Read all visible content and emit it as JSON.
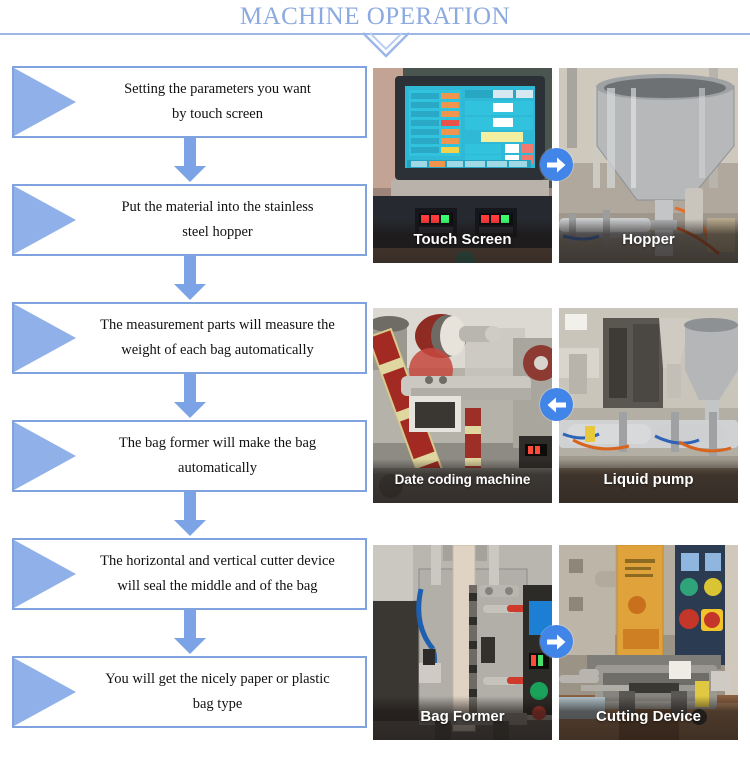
{
  "header": {
    "title": "MACHINE OPERATION",
    "rule_color": "#9cb6e6",
    "title_color": "#8ca9e0"
  },
  "theme": {
    "box_border": "#7ea3de",
    "triangle_fill": "#8fb0e8",
    "arrow_fill": "#7ba3e5",
    "badge_blue": "#4285e8",
    "caption_text": "#ffffff"
  },
  "flow": {
    "steps": [
      {
        "line1": "Setting the parameters you want",
        "line2": "by touch screen"
      },
      {
        "line1": "Put the material into the stainless",
        "line2": "steel hopper"
      },
      {
        "line1": "The measurement parts will measure the",
        "line2": "weight of each bag automatically"
      },
      {
        "line1": "The bag former will make  the bag",
        "line2": "automatically"
      },
      {
        "line1": "The horizontal and vertical cutter device",
        "line2": "will seal the middle and of the bag"
      },
      {
        "line1": "You will get the nicely paper or plastic",
        "line2": "bag type"
      }
    ],
    "connector_icon": "down-arrow-icon"
  },
  "photos": {
    "rows": [
      {
        "left_caption": "Touch Screen",
        "right_caption": "Hopper",
        "arrow_direction": "right",
        "arrow_icon": "arrow-right-icon"
      },
      {
        "left_caption": "Date coding machine",
        "right_caption": "Liquid pump",
        "arrow_direction": "left",
        "arrow_icon": "arrow-left-icon"
      },
      {
        "left_caption": "Bag Former",
        "right_caption": "Cutting Device",
        "arrow_direction": "right",
        "arrow_icon": "arrow-right-icon"
      }
    ]
  }
}
